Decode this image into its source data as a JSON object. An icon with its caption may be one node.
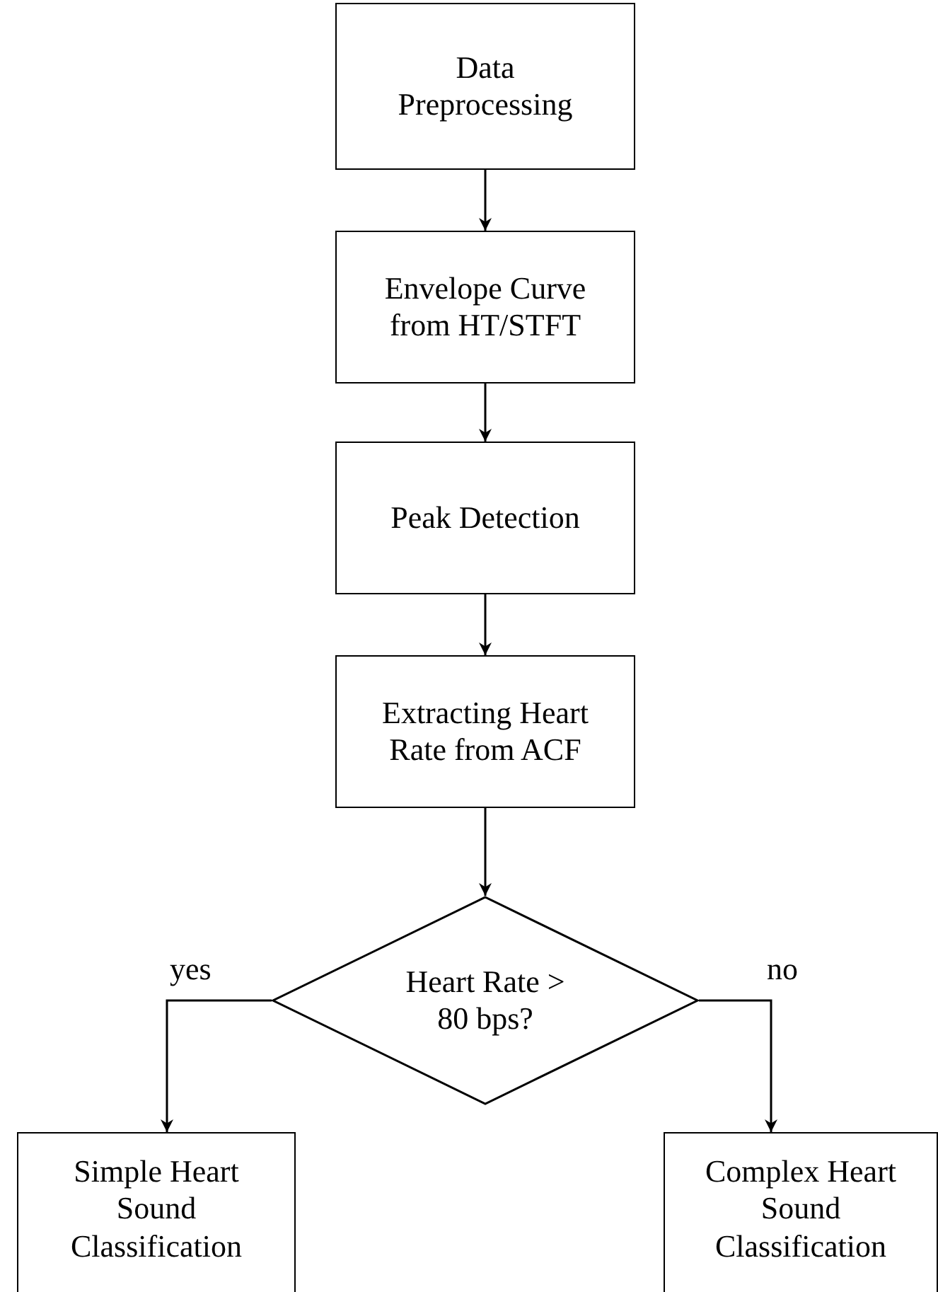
{
  "diagram": {
    "nodes": [
      {
        "text": [
          "Data Preprocessing"
        ]
      },
      {
        "text": [
          "Envelope Curve from HT/STFT"
        ]
      },
      {
        "text": [
          "Peak Detection"
        ]
      },
      {
        "text": [
          "Extracting Heart Rate from ACF"
        ]
      },
      {
        "text": [
          "Heart Rate > 80 bps?"
        ]
      },
      {
        "text": [
          "Simple Heart Sound Classification"
        ]
      },
      {
        "text": [
          "Complex Heart Sound Classification"
        ]
      }
    ],
    "edges": [
      {
        "from": 0,
        "to": 1,
        "arrow": "to"
      },
      {
        "from": 1,
        "to": 2,
        "arrow": "to"
      },
      {
        "from": 2,
        "to": 3,
        "arrow": "to"
      },
      {
        "from": 3,
        "to": 4,
        "arrow": "to"
      },
      {
        "from": 4,
        "to": 5,
        "arrow": "to",
        "label": "yes"
      },
      {
        "from": 4,
        "to": 6,
        "arrow": "to",
        "label": "no"
      }
    ]
  }
}
